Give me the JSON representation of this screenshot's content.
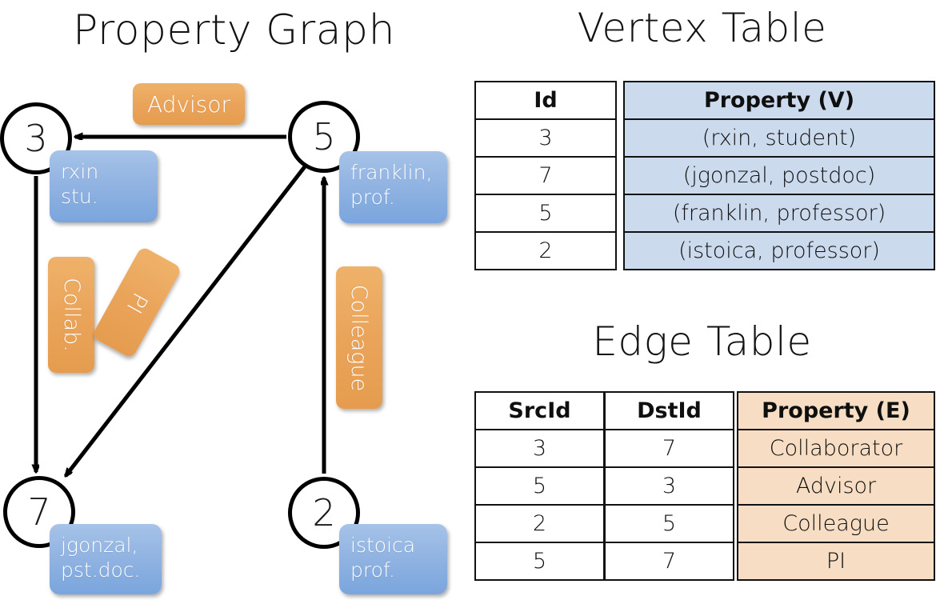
{
  "titles": {
    "property_graph": "Property Graph",
    "vertex_table": "Vertex Table",
    "edge_table": "Edge Table"
  },
  "graph": {
    "vertices": [
      {
        "id": "3",
        "property_label": "rxin\nstu."
      },
      {
        "id": "5",
        "property_label": "franklin,\nprof."
      },
      {
        "id": "7",
        "property_label": "jgonzal,\npst.doc."
      },
      {
        "id": "2",
        "property_label": "istoica\nprof."
      }
    ],
    "vertex_labels": {
      "v3_line1": "rxin",
      "v3_line2": "stu.",
      "v5_line1": "franklin,",
      "v5_line2": "prof.",
      "v7_line1": "jgonzal,",
      "v7_line2": "pst.doc.",
      "v2_line1": "istoica",
      "v2_line2": "prof."
    },
    "edge_labels": {
      "advisor": "Advisor",
      "collab": "Collab.",
      "pi": "PI",
      "colleague": "Colleague"
    },
    "edges": [
      {
        "from": "5",
        "to": "3",
        "label": "Advisor"
      },
      {
        "from": "3",
        "to": "7",
        "label": "Collab."
      },
      {
        "from": "5",
        "to": "7",
        "label": "PI"
      },
      {
        "from": "2",
        "to": "5",
        "label": "Colleague"
      }
    ]
  },
  "vertex_table": {
    "headers": [
      "Id",
      "Property (V)"
    ],
    "rows": [
      {
        "id": "3",
        "property": "(rxin, student)"
      },
      {
        "id": "7",
        "property": "(jgonzal, postdoc)"
      },
      {
        "id": "5",
        "property": "(franklin, professor)"
      },
      {
        "id": "2",
        "property": "(istoica, professor)"
      }
    ]
  },
  "edge_table": {
    "headers": [
      "SrcId",
      "DstId",
      "Property (E)"
    ],
    "rows": [
      {
        "src": "3",
        "dst": "7",
        "property": "Collaborator"
      },
      {
        "src": "5",
        "dst": "3",
        "property": "Advisor"
      },
      {
        "src": "2",
        "dst": "5",
        "property": "Colleague"
      },
      {
        "src": "5",
        "dst": "7",
        "property": "PI"
      }
    ]
  },
  "colors": {
    "vertex_property_blue": "#8fb2e0",
    "edge_label_orange": "#eaa45a",
    "vertex_table_fill": "#ccdaee",
    "edge_table_fill": "#f6ddc3",
    "stroke": "#111111"
  }
}
